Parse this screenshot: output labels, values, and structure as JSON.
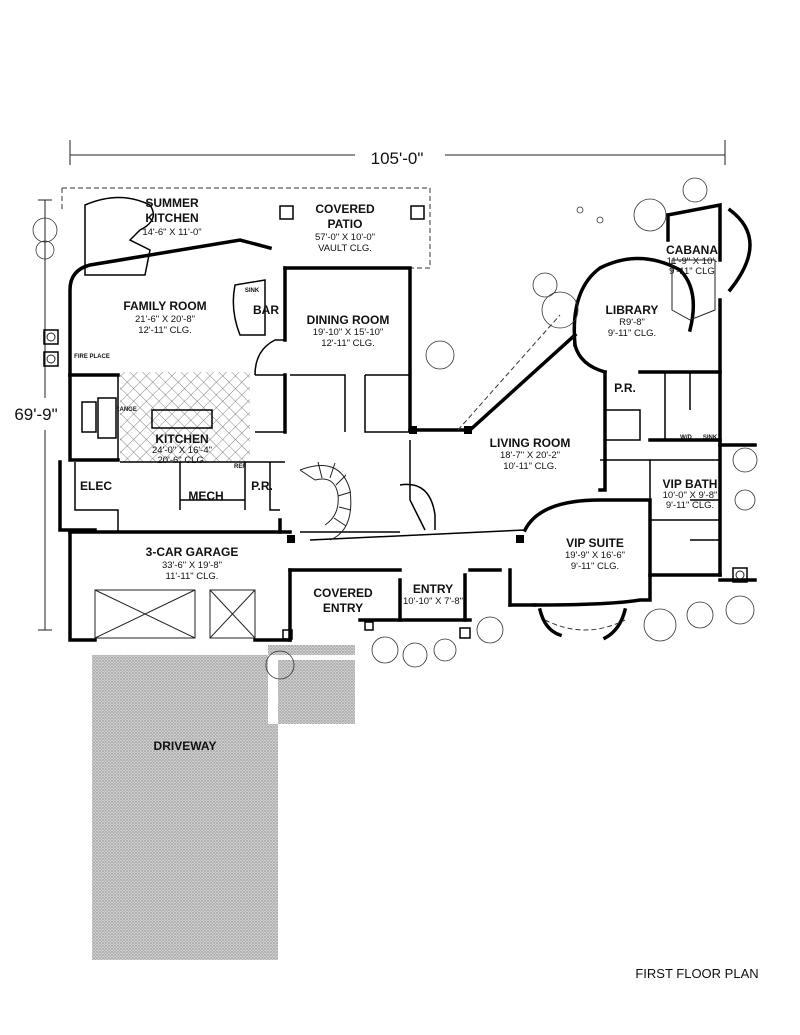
{
  "dimensions": {
    "width": "105'-0\"",
    "depth": "69'-9\""
  },
  "rooms": {
    "summer_kitchen": {
      "name_line1": "SUMMER",
      "name_line2": "KITCHEN",
      "dims": "14'-6\" X 11'-0\""
    },
    "covered_patio": {
      "name_line1": "COVERED",
      "name_line2": "PATIO",
      "dims": "57'-0\" X 10'-0\"",
      "clg": "VAULT CLG."
    },
    "cabana": {
      "name": "CABANA",
      "dims": "11'-9\" X 10'-",
      "clg": "9'-11\" CLG"
    },
    "family_room": {
      "name": "FAMILY ROOM",
      "dims": "21'-6\" X 20'-8\"",
      "clg": "12'-11\" CLG."
    },
    "bar": {
      "name": "BAR"
    },
    "dining_room": {
      "name": "DINING ROOM",
      "dims": "19'-10\" X 15'-10\"",
      "clg": "12'-11\" CLG."
    },
    "library": {
      "name": "LIBRARY",
      "dims": "R9'-8\"",
      "clg": "9'-11\" CLG."
    },
    "kitchen": {
      "name": "KITCHEN",
      "dims": "24'-0\" X 16'-4\"",
      "clg": "20'-6\" CLG."
    },
    "living_room": {
      "name": "LIVING ROOM",
      "dims": "18'-7\" X 20'-2\"",
      "clg": "10'-11\" CLG."
    },
    "pr_upper": {
      "name": "P.R."
    },
    "pr_lower": {
      "name": "P.R."
    },
    "elec": {
      "name": "ELEC"
    },
    "mech": {
      "name": "MECH"
    },
    "vip_bath": {
      "name": "VIP BATH",
      "dims": "10'-0\" X 9'-8\"",
      "clg": "9'-11\" CLG."
    },
    "vip_suite": {
      "name": "VIP SUITE",
      "dims": "19'-9\" X 16'-6\"",
      "clg": "9'-11\" CLG."
    },
    "garage": {
      "name": "3-CAR GARAGE",
      "dims": "33'-6\" X 19'-8\"",
      "clg": "11'-11\" CLG."
    },
    "covered_entry": {
      "name_line1": "COVERED",
      "name_line2": "ENTRY"
    },
    "entry": {
      "name": "ENTRY",
      "dims": "10'-10\" X 7'-8\""
    },
    "driveway": {
      "name": "DRIVEWAY"
    }
  },
  "fixtures": {
    "sink": "SINK",
    "fire_place": "FIRE PLACE",
    "wd": "W/D",
    "ref": "REF",
    "range": "RANGE"
  },
  "plan_title": "FIRST FLOOR PLAN",
  "colors": {
    "line": "#000000",
    "background": "#ffffff",
    "hatch": "#555555"
  }
}
